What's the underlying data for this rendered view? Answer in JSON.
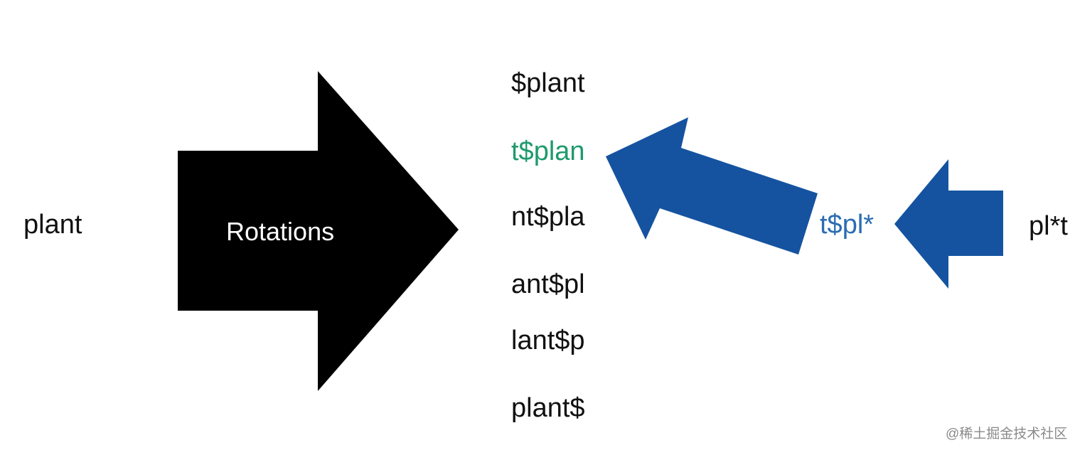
{
  "input_word": "plant",
  "rotate_arrow": {
    "label": "Rotations",
    "color": "#000000"
  },
  "rotations": [
    {
      "text": "$plant",
      "color": "#111111"
    },
    {
      "text": "t$plan",
      "color": "#1f9a6e"
    },
    {
      "text": "nt$pla",
      "color": "#111111"
    },
    {
      "text": "ant$pl",
      "color": "#111111"
    },
    {
      "text": "lant$p",
      "color": "#111111"
    },
    {
      "text": "plant$",
      "color": "#111111"
    }
  ],
  "query": {
    "rotated": "t$pl*",
    "original": "pl*t",
    "color": "#2a6db3"
  },
  "arrow_color": "#1553a0",
  "watermark": "@稀土掘金技术社区"
}
